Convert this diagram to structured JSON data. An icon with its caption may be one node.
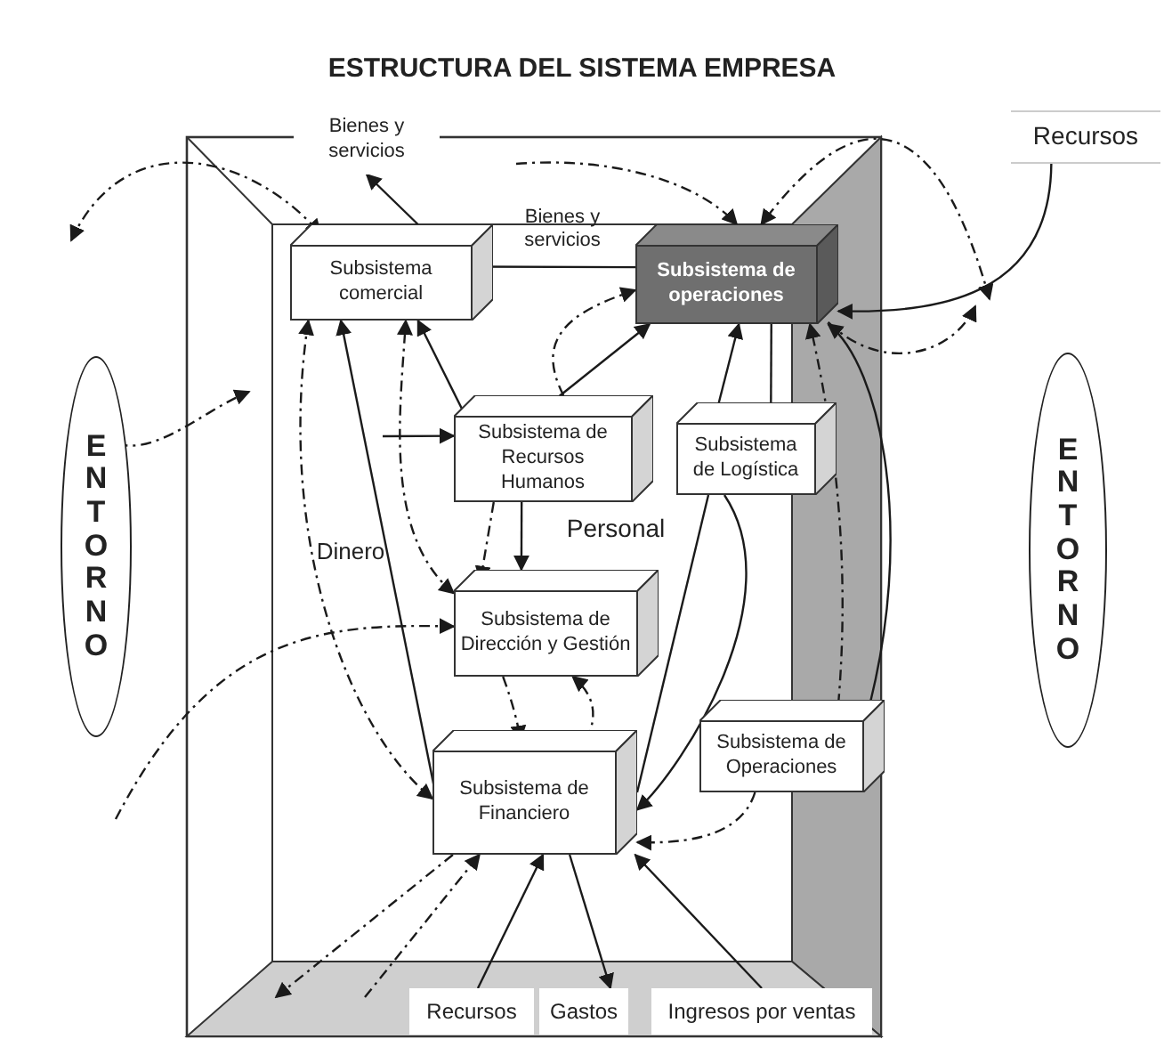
{
  "diagram": {
    "title": "ESTRUCTURA DEL SISTEMA EMPRESA",
    "nodes": [
      {
        "text": [
          "Bienes y servicios"
        ]
      },
      {
        "text": [
          "Recursos"
        ]
      },
      {
        "text": [
          "ENTORNO"
        ]
      },
      {
        "text": [
          "ENTORNO"
        ]
      },
      {
        "text": [
          "Subsistema comercial"
        ]
      },
      {
        "text": [
          "Subsistema de operaciones"
        ]
      },
      {
        "text": [
          "Subsistema de Recursos Humanos"
        ]
      },
      {
        "text": [
          "Subsistema de Logística"
        ]
      },
      {
        "text": [
          "Subsistema de Dirección y Gestión"
        ]
      },
      {
        "text": [
          "Subsistema de Financiero"
        ]
      },
      {
        "text": [
          "Subsistema de Operaciones"
        ]
      },
      {
        "text": [
          "Recursos"
        ]
      },
      {
        "text": [
          "Gastos"
        ]
      },
      {
        "text": [
          "Ingresos por ventas"
        ]
      }
    ],
    "edges": [
      {
        "from": 4,
        "to": 0,
        "arrow": "to"
      },
      {
        "from": 5,
        "to": 4,
        "arrow": "to",
        "label": "Bienes y servicios"
      },
      {
        "from": 1,
        "to": 5,
        "arrow": "to"
      },
      {
        "from": null,
        "to": 6,
        "arrow": "to"
      },
      {
        "from": 6,
        "to": 4,
        "arrow": "to"
      },
      {
        "from": 6,
        "to": 5,
        "arrow": "to"
      },
      {
        "from": 6,
        "to": 8,
        "arrow": "to",
        "label": "Personal"
      },
      {
        "from": 7,
        "to": 5,
        "arrow": "to"
      },
      {
        "from": 5,
        "to": 7,
        "arrow": "to"
      },
      {
        "from": 9,
        "to": 4,
        "arrow": "to",
        "label": "Dinero"
      },
      {
        "from": 11,
        "to": 9,
        "arrow": "to"
      },
      {
        "from": 9,
        "to": 12,
        "arrow": "to"
      },
      {
        "from": 13,
        "to": 9,
        "arrow": "to"
      },
      {
        "from": 7,
        "to": 9,
        "arrow": "none"
      },
      {
        "from": 7,
        "to": 9,
        "arrow": "to"
      },
      {
        "from": 10,
        "to": 5,
        "arrow": "to"
      },
      {
        "from": null,
        "to": 4,
        "arrow": "both",
        "style": "dashed"
      },
      {
        "from": 2,
        "to": null,
        "arrow": "to",
        "style": "dashed"
      },
      {
        "from": null,
        "to": 5,
        "arrow": "to",
        "style": "dashed"
      },
      {
        "from": null,
        "to": 5,
        "arrow": "both",
        "style": "dashed"
      },
      {
        "from": 5,
        "to": null,
        "arrow": "to",
        "style": "dashed"
      },
      {
        "from": 6,
        "to": 5,
        "arrow": "to",
        "style": "dashed"
      },
      {
        "from": 4,
        "to": 9,
        "arrow": "both",
        "style": "dashed"
      },
      {
        "from": 8,
        "to": 4,
        "arrow": "both",
        "style": "dashed"
      },
      {
        "from": 6,
        "to": 8,
        "arrow": "to",
        "style": "dashed"
      },
      {
        "from": 8,
        "to": 9,
        "arrow": "to",
        "style": "dashed"
      },
      {
        "from": 9,
        "to": 8,
        "arrow": "to",
        "style": "dashed"
      },
      {
        "from": null,
        "to": 8,
        "arrow": "to",
        "style": "dashed"
      },
      {
        "from": 9,
        "to": null,
        "arrow": "to",
        "style": "dashed"
      },
      {
        "from": null,
        "to": 9,
        "arrow": "to",
        "style": "dashed"
      },
      {
        "from": 10,
        "to": 9,
        "arrow": "to",
        "style": "dashed"
      },
      {
        "from": 10,
        "to": 5,
        "arrow": "to",
        "style": "dashed"
      }
    ]
  }
}
